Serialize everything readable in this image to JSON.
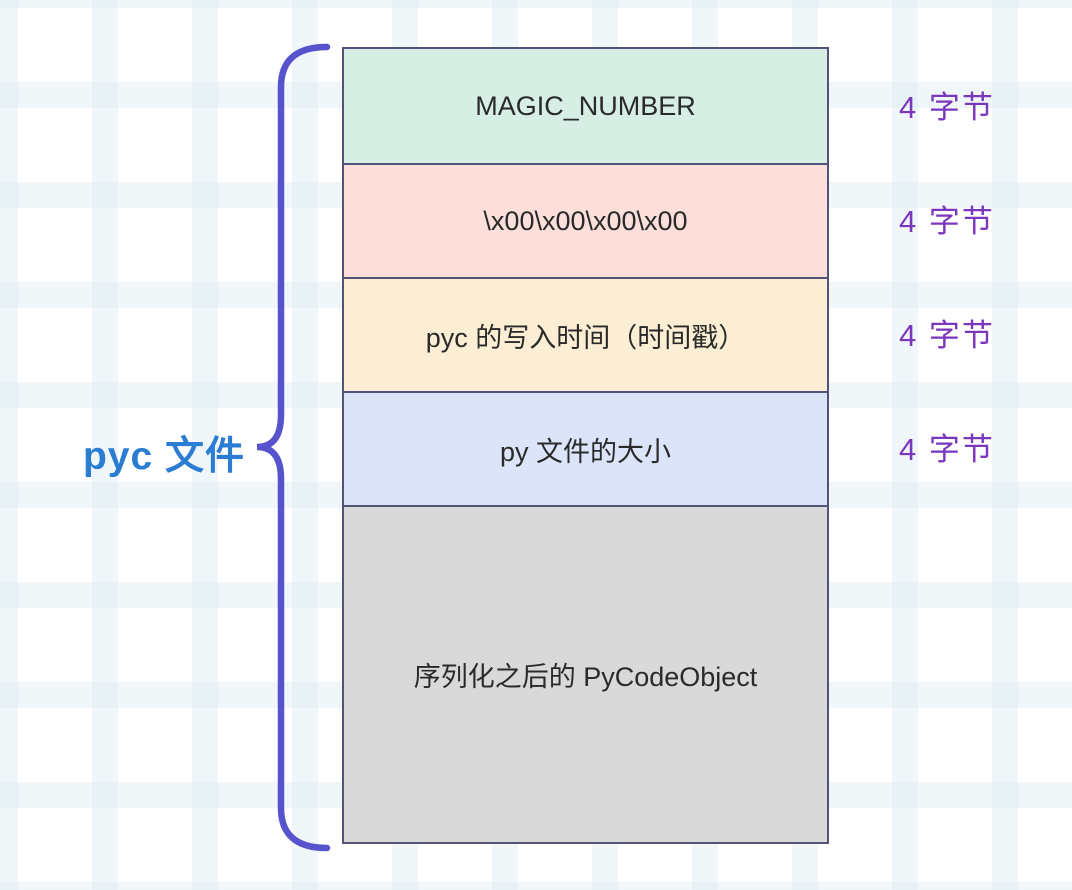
{
  "diagram": {
    "side_label": "pyc 文件",
    "rows": [
      {
        "name": "magic-number",
        "label": "MAGIC_NUMBER",
        "fill": "#d6eee4",
        "size_label": "4 字节",
        "tall": false
      },
      {
        "name": "zero-bytes",
        "label": "\\x00\\x00\\x00\\x00",
        "fill": "#fcdeda",
        "size_label": "4 字节",
        "tall": false
      },
      {
        "name": "write-timestamp",
        "label": "pyc 的写入时间（时间戳）",
        "fill": "#fbeed4",
        "size_label": "4 字节",
        "tall": false
      },
      {
        "name": "py-file-size",
        "label": "py 文件的大小",
        "fill": "#dbe4f9",
        "size_label": "4 字节",
        "tall": false
      },
      {
        "name": "serialized-codeobj",
        "label": "序列化之后的 PyCodeObject",
        "fill": "#d9d9d9",
        "size_label": "",
        "tall": true
      }
    ],
    "colors": {
      "side_label": "#2b7cd3",
      "size_label": "#7a36bd",
      "brace": "#5753cd",
      "box_border": "#53537a",
      "box_text": "#2a2a2a"
    }
  }
}
